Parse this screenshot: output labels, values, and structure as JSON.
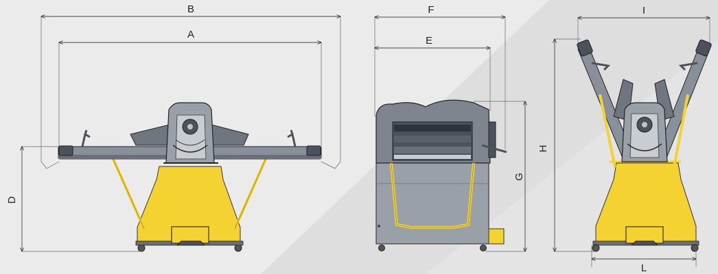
{
  "dimensions": {
    "A": "A",
    "B": "B",
    "D": "D",
    "E": "E",
    "F": "F",
    "G": "G",
    "H": "H",
    "I": "I",
    "L": "L"
  },
  "colors": {
    "background": "#ebebeb",
    "diagonal_band": "#dcdcdc",
    "machine_yellow": "#f3d232",
    "machine_gray": "#8a9099",
    "machine_dark": "#4b525c",
    "outline": "#222222"
  }
}
